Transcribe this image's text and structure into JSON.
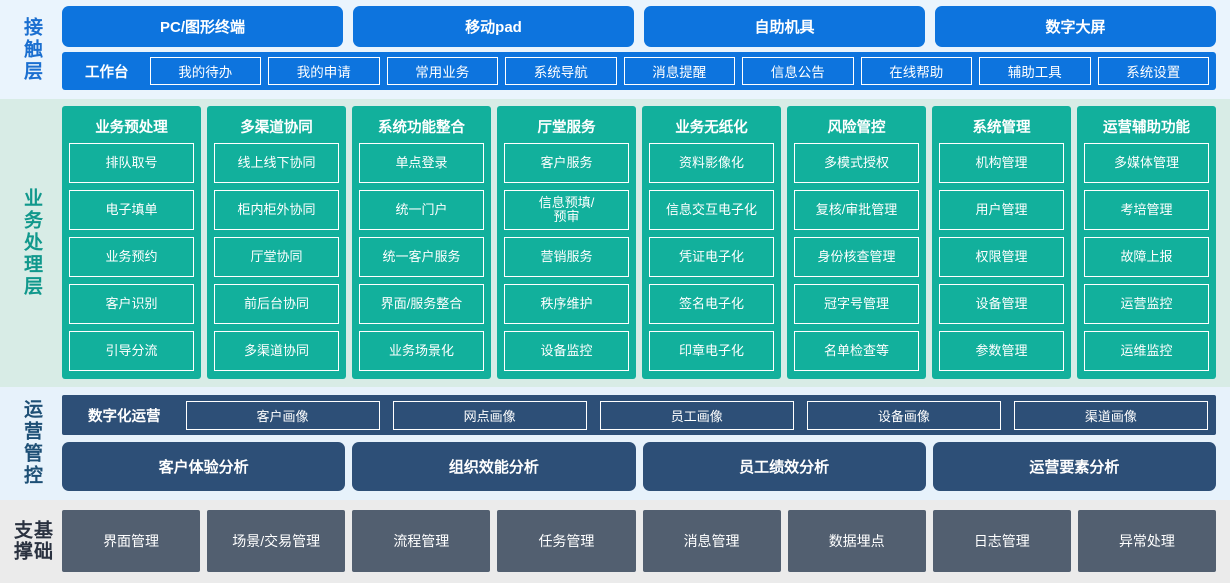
{
  "layers": {
    "contact": {
      "label": "接触层",
      "terminals": [
        "PC/图形终端",
        "移动pad",
        "自助机具",
        "数字大屏"
      ],
      "workbench_title": "工作台",
      "workbench_items": [
        "我的待办",
        "我的申请",
        "常用业务",
        "系统导航",
        "消息提醒",
        "信息公告",
        "在线帮助",
        "辅助工具",
        "系统设置"
      ]
    },
    "business": {
      "label": "业务处理层",
      "columns": [
        {
          "title": "业务预处理",
          "items": [
            "排队取号",
            "电子填单",
            "业务预约",
            "客户识别",
            "引导分流"
          ]
        },
        {
          "title": "多渠道协同",
          "items": [
            "线上线下协同",
            "柜内柜外协同",
            "厅堂协同",
            "前后台协同",
            "多渠道协同"
          ]
        },
        {
          "title": "系统功能整合",
          "items": [
            "单点登录",
            "统一门户",
            "统一客户服务",
            "界面/服务整合",
            "业务场景化"
          ]
        },
        {
          "title": "厅堂服务",
          "items": [
            "客户服务",
            "信息预填/\n预审",
            "营销服务",
            "秩序维护",
            "设备监控"
          ]
        },
        {
          "title": "业务无纸化",
          "items": [
            "资料影像化",
            "信息交互电子化",
            "凭证电子化",
            "签名电子化",
            "印章电子化"
          ]
        },
        {
          "title": "风险管控",
          "items": [
            "多模式授权",
            "复核/审批管理",
            "身份核查管理",
            "冠字号管理",
            "名单检查等"
          ]
        },
        {
          "title": "系统管理",
          "items": [
            "机构管理",
            "用户管理",
            "权限管理",
            "设备管理",
            "参数管理"
          ]
        },
        {
          "title": "运营辅助功能",
          "items": [
            "多媒体管理",
            "考培管理",
            "故障上报",
            "运营监控",
            "运维监控"
          ]
        }
      ]
    },
    "operations": {
      "label": "运营管控",
      "digital_title": "数字化运营",
      "portraits": [
        "客户画像",
        "网点画像",
        "员工画像",
        "设备画像",
        "渠道画像"
      ],
      "analyses": [
        "客户体验分析",
        "组织效能分析",
        "员工绩效分析",
        "运营要素分析"
      ]
    },
    "foundation": {
      "label": "基础支撑",
      "items": [
        "界面管理",
        "场景/交易管理",
        "流程管理",
        "任务管理",
        "消息管理",
        "数据埋点",
        "日志管理",
        "异常处理"
      ]
    }
  },
  "colors": {
    "contact_blue": "#0d74de",
    "contact_band_bg": "#eaf4fd",
    "business_teal": "#12b09c",
    "business_band_bg": "#d8ece6",
    "ops_steel_blue": "#2d4f77",
    "ops_band_bg": "#e7f2fb",
    "foundation_gray": "#525f70",
    "foundation_band_bg": "#ebebeb",
    "box_border": "#ffffff",
    "text_on_fill": "#ffffff"
  }
}
